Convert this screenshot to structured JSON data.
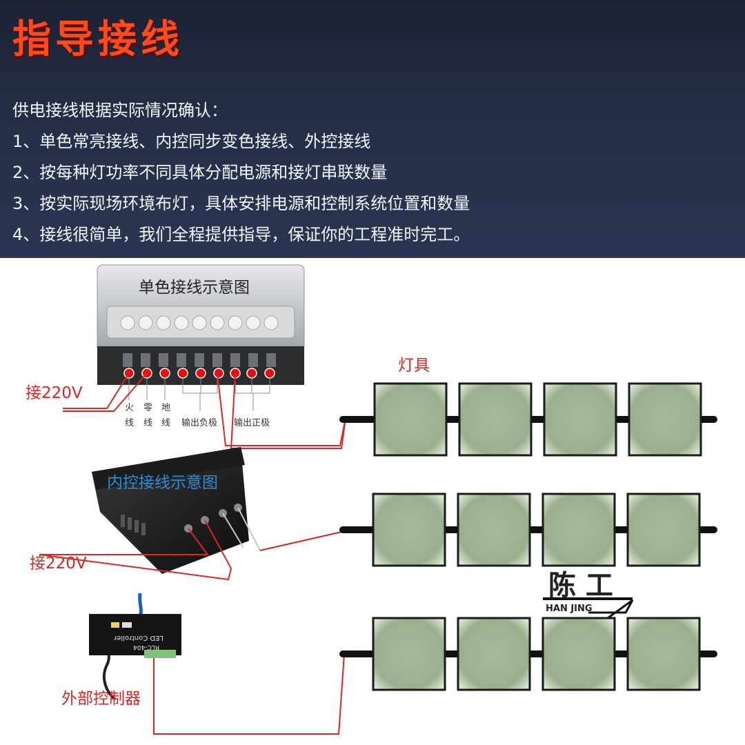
{
  "header": {
    "title": "指导接线",
    "notes": [
      "供电接线根据实际情况确认：",
      "1、单色常亮接线、内控同步变色接线、外控接线",
      "2、按每种灯功率不同具体分配电源和接灯串联数量",
      "3、按实际现场环境布灯，具体安排电源和控制系统位置和数量",
      "4、接线很简单，我们全程提供指导，保证你的工程准时完工。"
    ]
  },
  "diagram": {
    "single_color_title": "单色接线示意图",
    "internal_title": "内控接线示意图",
    "lamps_label": "灯具",
    "power_label_1": "接220V",
    "power_label_2": "接220V",
    "external_label": "外部控制器",
    "terminal_labels": {
      "live": [
        "火",
        "线"
      ],
      "neutral": [
        "零",
        "线"
      ],
      "ground": [
        "地",
        "线"
      ],
      "output_negative": "输出负极",
      "output_positive": "输出正极"
    },
    "controller_text": "LED Controller",
    "controller_model": "RLC-404",
    "brand_cn": "陈 工",
    "brand_en": "HAN  JING"
  },
  "colors": {
    "title_red": "#ff4a1c",
    "wire_red": "#e32222",
    "label_blue": "#2a8ed8",
    "lamp_fill": "#9fb394",
    "header_bg": "#27304a"
  }
}
